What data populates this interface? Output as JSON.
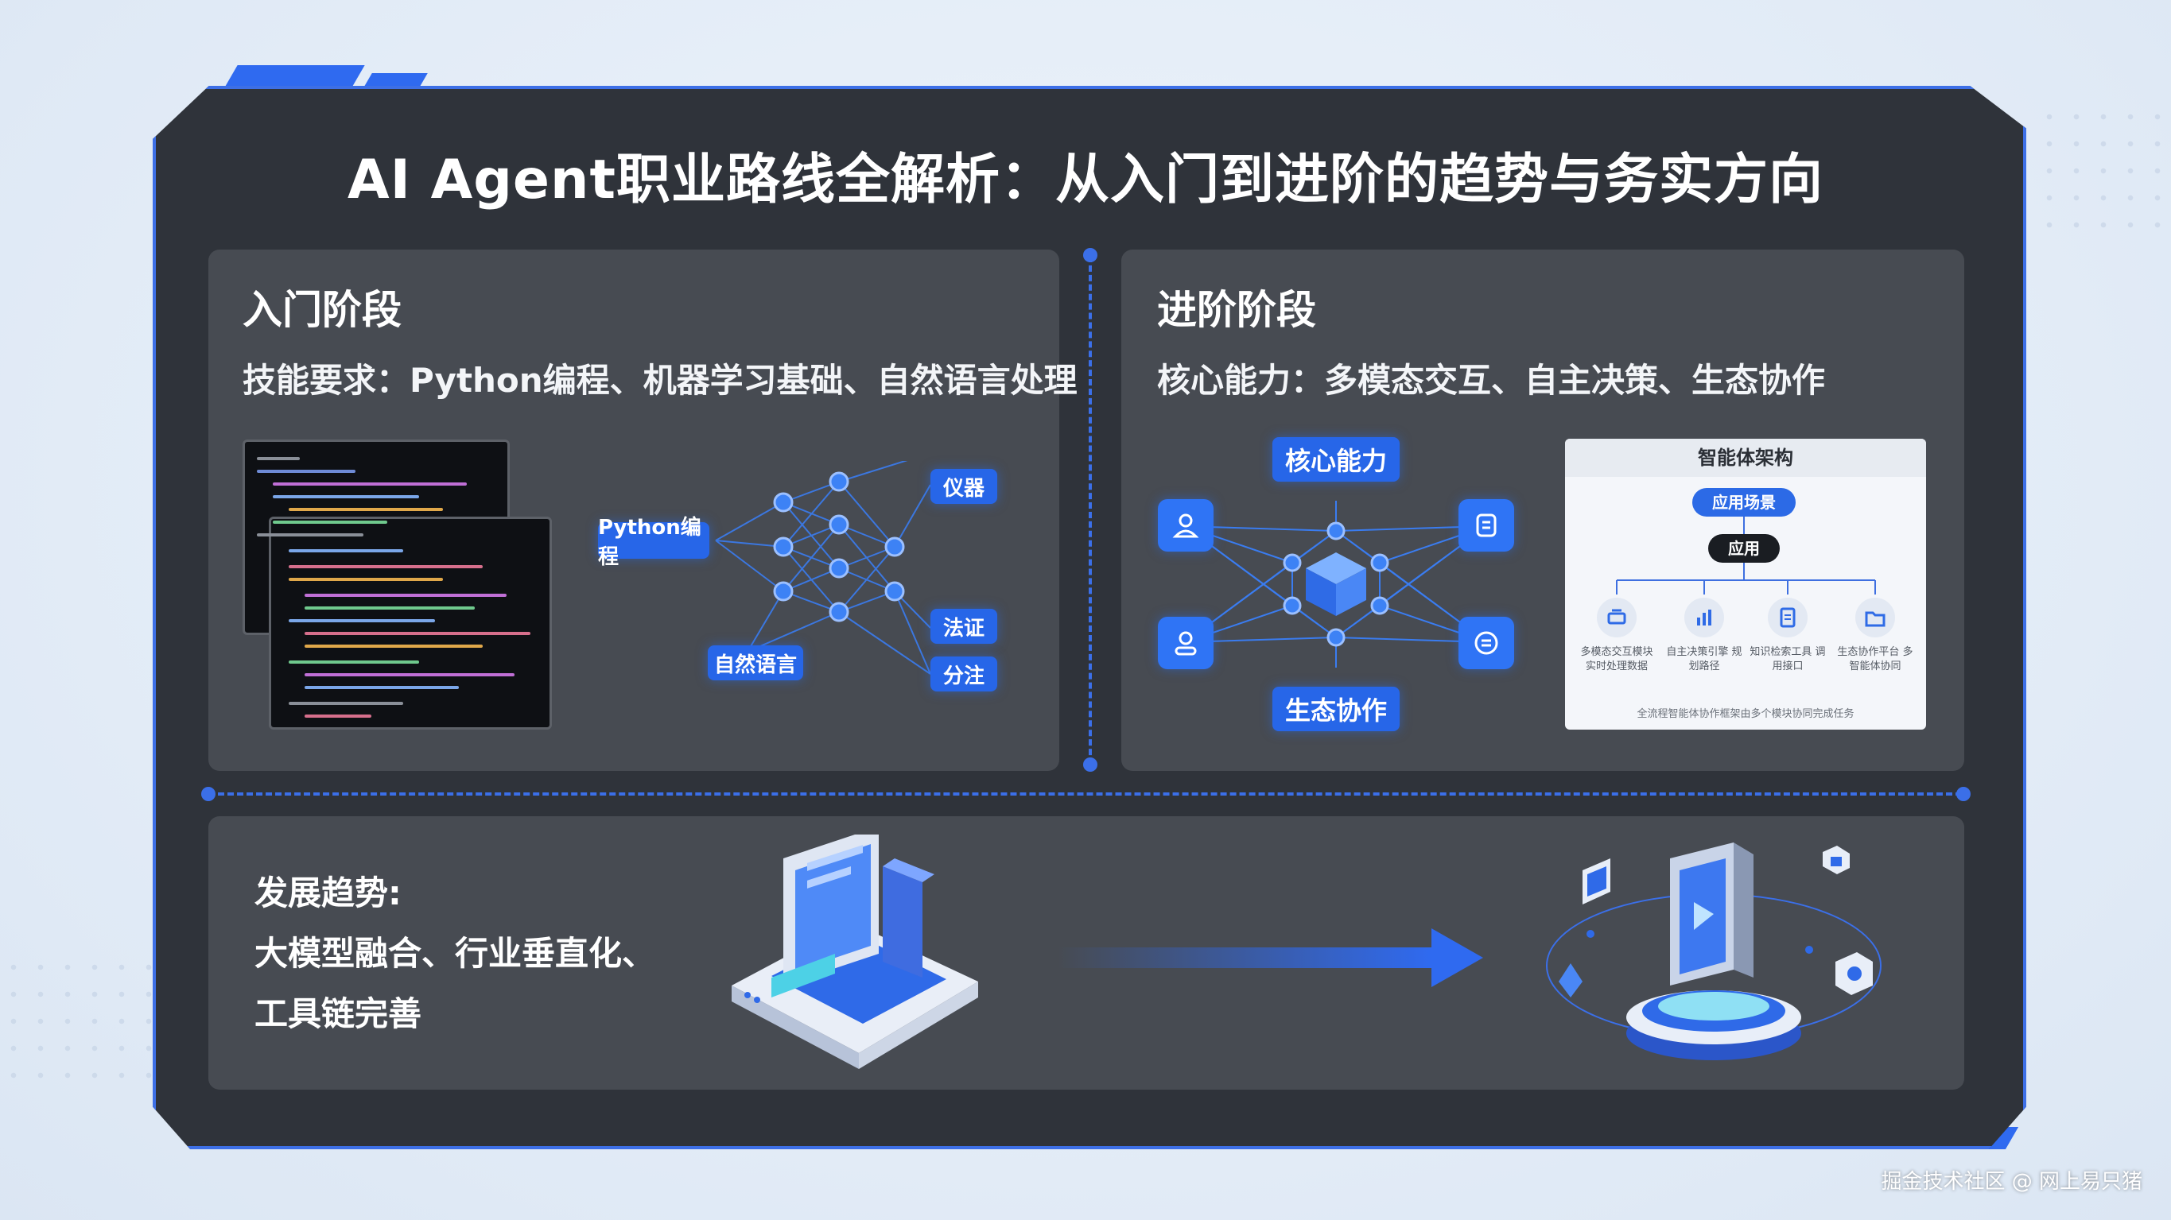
{
  "title": "AI Agent职业路线全解析：从入门到进阶的趋势与务实方向",
  "entry": {
    "heading": "入门阶段",
    "skills": "技能要求：Python编程、机器学习基础、自然语言处理",
    "diagram": {
      "python": "Python编程",
      "nlp": "自然语言",
      "out1": "仪器",
      "out2": "法证",
      "out3": "分注"
    }
  },
  "advanced": {
    "heading": "进阶阶段",
    "abilities": "核心能力：多模态交互、自主决策、生态协作",
    "diagram": {
      "core": "核心能力",
      "eco": "生态协作"
    },
    "arch": {
      "title": "智能体架构",
      "top": "应用场景",
      "mid": "应用",
      "items": [
        {
          "icon": "printer-icon",
          "text": "多模态交互模块 实时处理数据"
        },
        {
          "icon": "bar-chart-icon",
          "text": "自主决策引擎 规划路径"
        },
        {
          "icon": "document-icon",
          "text": "知识检索工具 调用接口"
        },
        {
          "icon": "folder-icon",
          "text": "生态协作平台 多智能体协同"
        }
      ],
      "footer": "全流程智能体协作框架由多个模块协同完成任务"
    }
  },
  "trend": {
    "lines": [
      "发展趋势:",
      "大模型融合、行业垂直化、",
      "工具链完善"
    ]
  },
  "watermark": "掘金技术社区 @ 网上易只猪",
  "colors": {
    "accent": "#2f6af0",
    "panel": "#2f333a",
    "card": "#474b52"
  }
}
